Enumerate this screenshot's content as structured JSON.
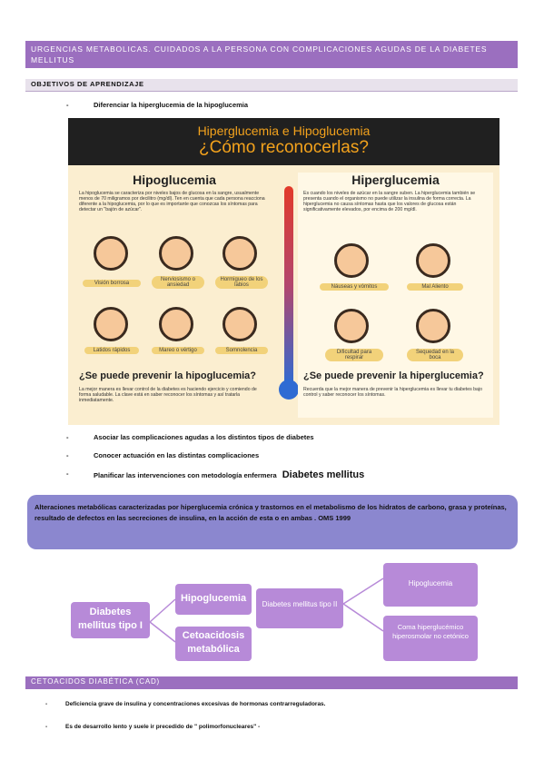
{
  "header": {
    "title": "URGENCIAS METABOLICAS. CUIDADOS A LA PERSONA CON COMPLICACIONES AGUDAS DE LA DIABETES MELLITUS"
  },
  "objectives": {
    "heading": "OBJETIVOS DE APRENDIZAJE",
    "dash": "-",
    "items": [
      "Diferenciar la hiperglucemia de la hipoglucemia",
      "Asociar las complicaciones agudas a los distintos tipos de diabetes",
      "Conocer actuación en las distintas complicaciones",
      "Planificar las intervenciones con metodología enfermera"
    ],
    "inline_title": "Diabetes mellitus"
  },
  "infographic": {
    "title1": "Hiperglucemia e Hipoglucemia",
    "title2": "¿Cómo reconocerlas?",
    "left": {
      "title": "Hipoglucemia",
      "text": "La hipoglucemia se caracteriza por niveles bajos de glucosa en la sangre, usualmente menos de 70 miligramos por decilitro (mg/dl). Ten en cuenta que cada persona reacciona diferente a la hipoglucemia, por lo que es importante que conozcas los síntomas para detectar un \"bajón de azúcar\".",
      "symptoms": [
        "Visión borrosa",
        "Nerviosismo o ansiedad",
        "Hormigueo de los labios",
        "Latidos rápidos",
        "Mareo o vértigo",
        "Somnolencia"
      ],
      "prevent_title": "¿Se puede prevenir la hipoglucemia?",
      "prevent_text": "La mejor manera es llevar control de la diabetes es haciendo ejercicio y comiendo de forma saludable. La clave está en saber reconocer los síntomas y así tratarla inmediatamente."
    },
    "right": {
      "title": "Hiperglucemia",
      "text": "Es cuando los niveles de azúcar en la sangre suben. La hiperglucemia también se presenta cuando el organismo no puede utilizar la insulina de forma correcta. La hiperglucemia no causa síntomas hasta que los valores de glucosa están significativamente elevados, por encima de 200 mg/dl.",
      "symptoms": [
        "Náuseas y vómitos",
        "Mal Aliento",
        "Dificultad para respirar",
        "Sequedad en la boca"
      ],
      "prevent_title": "¿Se puede prevenir la hiperglucemia?",
      "prevent_text": "Recuerda que la mejor manera de prevenir la hiperglucemia es llevar tu diabetes bajo control y saber reconocer los síntomas."
    }
  },
  "definition": {
    "text": "Alteraciones metabólicas caracterizadas por hiperglucemia crónica y trastornos en el metabolismo de los hidratos de carbono, grasa y proteínas, resultado de defectos en las secreciones de insulina, en la acción de esta o en ambas .  OMS 1999"
  },
  "diagram": {
    "type1": "Diabetes mellitus tipo I",
    "hipo": "Hipoglucemia",
    "ceto": "Cetoacidosis metabólica",
    "type2": "Diabetes mellitus tipo II",
    "hipo2": "Hipoglucemia",
    "coma": "Coma hiperglucémico hiperosmolar no cetónico"
  },
  "cetoacidosis": {
    "heading": "CETOACIDOS DIABÉTICA (CAD)",
    "dash": "-",
    "items": [
      "Deficiencia grave de insulina y concentraciones excesivas de hormonas contrarreguladoras.",
      "Es de desarrollo lento y suele ir precedido de \" polimorfonucleares\" -"
    ]
  }
}
